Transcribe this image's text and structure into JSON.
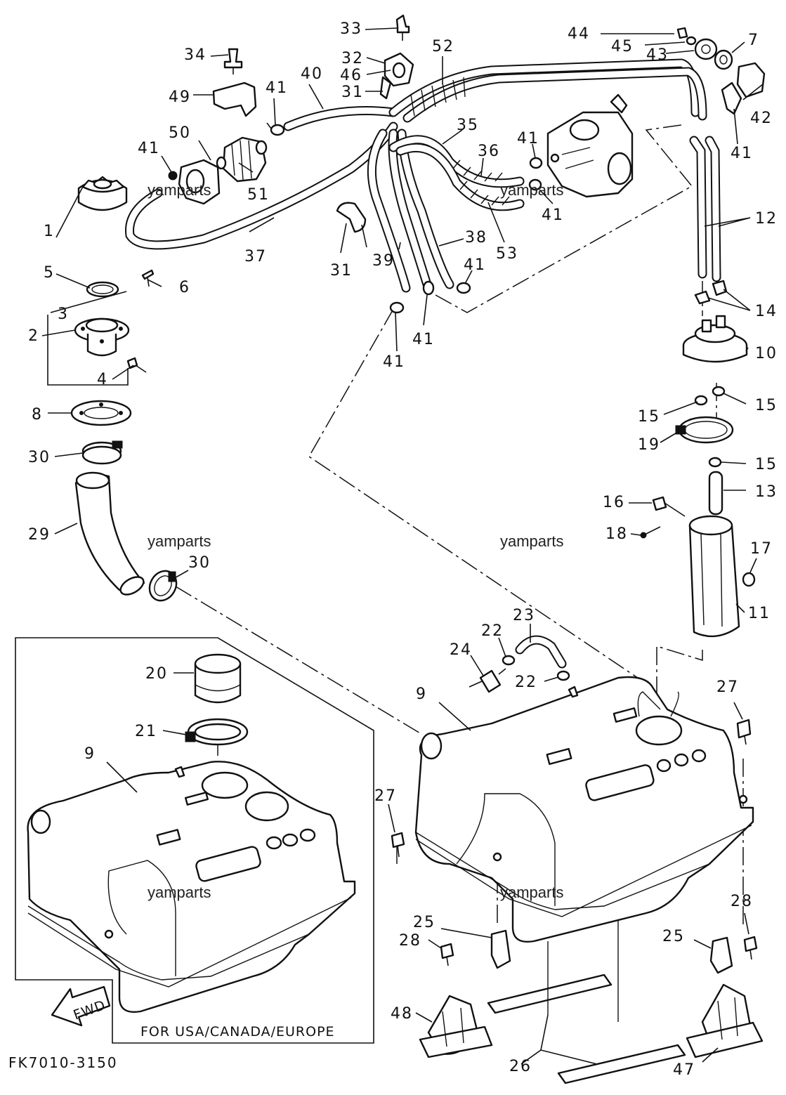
{
  "labels": [
    {
      "id": "1",
      "text": "1"
    },
    {
      "id": "2",
      "text": "2"
    },
    {
      "id": "3",
      "text": "3"
    },
    {
      "id": "4",
      "text": "4"
    },
    {
      "id": "5",
      "text": "5"
    },
    {
      "id": "6",
      "text": "6"
    },
    {
      "id": "7",
      "text": "7"
    },
    {
      "id": "8",
      "text": "8"
    },
    {
      "id": "9a",
      "text": "9"
    },
    {
      "id": "9b",
      "text": "9"
    },
    {
      "id": "10",
      "text": "10"
    },
    {
      "id": "11",
      "text": "11"
    },
    {
      "id": "12",
      "text": "12"
    },
    {
      "id": "13",
      "text": "13"
    },
    {
      "id": "14",
      "text": "14"
    },
    {
      "id": "15a",
      "text": "15"
    },
    {
      "id": "15b",
      "text": "15"
    },
    {
      "id": "15c",
      "text": "15"
    },
    {
      "id": "16",
      "text": "16"
    },
    {
      "id": "17",
      "text": "17"
    },
    {
      "id": "18",
      "text": "18"
    },
    {
      "id": "19",
      "text": "19"
    },
    {
      "id": "20",
      "text": "20"
    },
    {
      "id": "21",
      "text": "21"
    },
    {
      "id": "22a",
      "text": "22"
    },
    {
      "id": "22b",
      "text": "22"
    },
    {
      "id": "23",
      "text": "23"
    },
    {
      "id": "24",
      "text": "24"
    },
    {
      "id": "25a",
      "text": "25"
    },
    {
      "id": "25b",
      "text": "25"
    },
    {
      "id": "26",
      "text": "26"
    },
    {
      "id": "27a",
      "text": "27"
    },
    {
      "id": "27b",
      "text": "27"
    },
    {
      "id": "28a",
      "text": "28"
    },
    {
      "id": "28b",
      "text": "28"
    },
    {
      "id": "29",
      "text": "29"
    },
    {
      "id": "30a",
      "text": "30"
    },
    {
      "id": "30b",
      "text": "30"
    },
    {
      "id": "31a",
      "text": "31"
    },
    {
      "id": "31b",
      "text": "31"
    },
    {
      "id": "32",
      "text": "32"
    },
    {
      "id": "33",
      "text": "33"
    },
    {
      "id": "34",
      "text": "34"
    },
    {
      "id": "35",
      "text": "35"
    },
    {
      "id": "36",
      "text": "36"
    },
    {
      "id": "37",
      "text": "37"
    },
    {
      "id": "38",
      "text": "38"
    },
    {
      "id": "39",
      "text": "39"
    },
    {
      "id": "40",
      "text": "40"
    },
    {
      "id": "41a",
      "text": "41"
    },
    {
      "id": "41b",
      "text": "41"
    },
    {
      "id": "41c",
      "text": "41"
    },
    {
      "id": "41d",
      "text": "41"
    },
    {
      "id": "41e",
      "text": "41"
    },
    {
      "id": "41f",
      "text": "41"
    },
    {
      "id": "41g",
      "text": "41"
    },
    {
      "id": "41h",
      "text": "41"
    },
    {
      "id": "42",
      "text": "42"
    },
    {
      "id": "43",
      "text": "43"
    },
    {
      "id": "44",
      "text": "44"
    },
    {
      "id": "45",
      "text": "45"
    },
    {
      "id": "46",
      "text": "46"
    },
    {
      "id": "47",
      "text": "47"
    },
    {
      "id": "48",
      "text": "48"
    },
    {
      "id": "49",
      "text": "49"
    },
    {
      "id": "50",
      "text": "50"
    },
    {
      "id": "51",
      "text": "51"
    },
    {
      "id": "52",
      "text": "52"
    },
    {
      "id": "53",
      "text": "53"
    }
  ],
  "watermark": "yamparts",
  "inset_caption": "FOR USA/CANADA/EUROPE",
  "fwd_marker": "FWD",
  "drawing_code": "FK7010-3150"
}
